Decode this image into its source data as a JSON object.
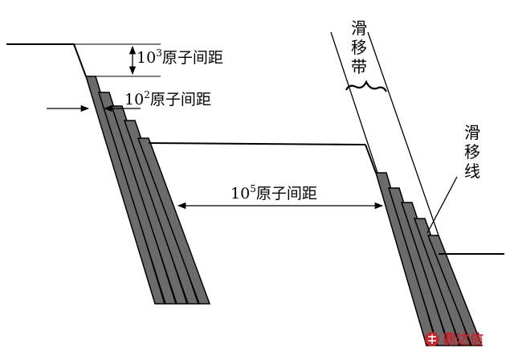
{
  "labels": {
    "top_step": {
      "base": "10",
      "exp": "3",
      "unit": "原子间距"
    },
    "step": {
      "base": "10",
      "exp": "2",
      "unit": "原子间距"
    },
    "band_spacing": {
      "base": "10",
      "exp": "5",
      "unit": "原子间距"
    },
    "slip_band": [
      "滑",
      "移",
      "带"
    ],
    "slip_line": [
      "滑",
      "移",
      "线"
    ]
  },
  "watermark": {
    "text": "鼎达信"
  },
  "colors": {
    "lamella_fill": "#6b6b6b",
    "stroke": "#000000",
    "watermark": "#c0282d"
  }
}
